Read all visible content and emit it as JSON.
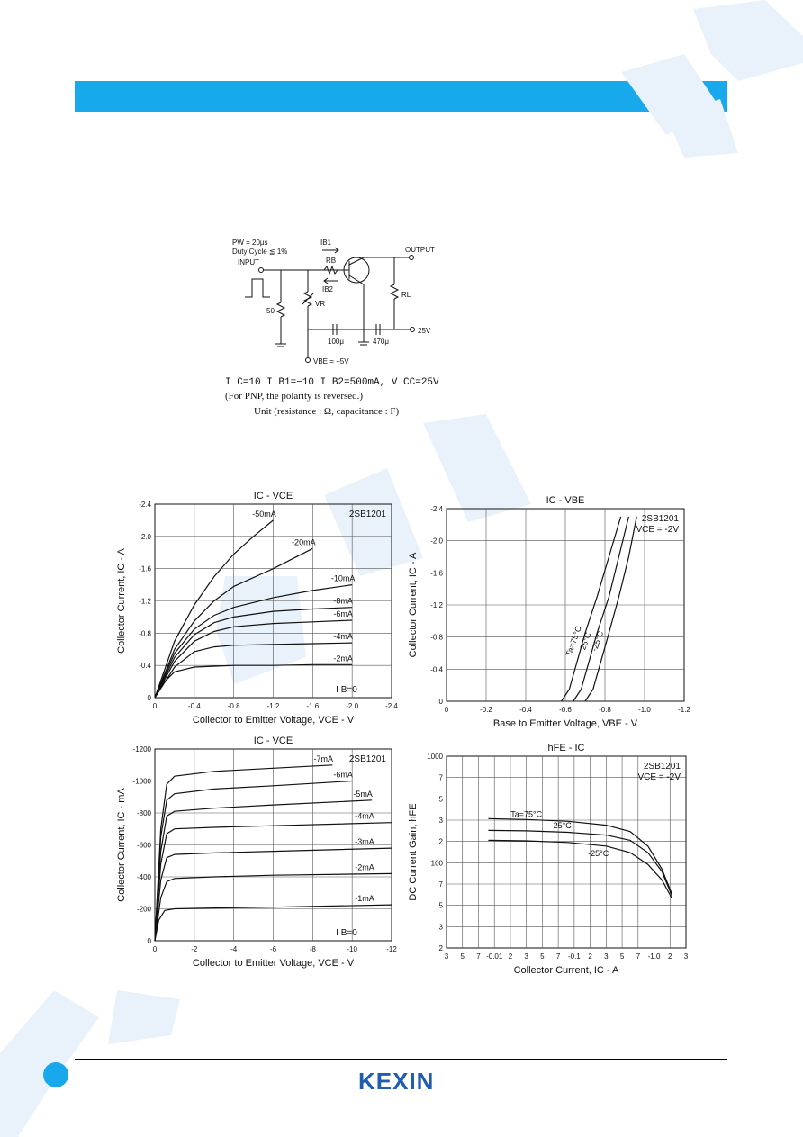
{
  "branding": {
    "logo": "KEXIN"
  },
  "circuit": {
    "pw": "PW = 20μs",
    "duty": "Duty Cycle ≦ 1%",
    "input": "INPUT",
    "output": "OUTPUT",
    "ib1": "IB1",
    "ib2": "IB2",
    "rb": "RB",
    "rl": "RL",
    "vr": "VR",
    "r50": "50",
    "c1": "100μ",
    "c2": "470μ",
    "vcc": "25V",
    "vbe": "VBE = −5V",
    "equation": "I C=10 I B1=−10 I B2=500mA, V CC=25V",
    "polarity_note": "(For PNP, the polarity is reversed.)",
    "unit_note": "Unit (resistance : Ω, capacitance : F)"
  },
  "chart_data": [
    {
      "type": "line",
      "title": "IC - VCE",
      "model": "2SB1201",
      "xlabel": "Collector to Emitter Voltage, VCE - V",
      "ylabel": "Collector Current, IC - A",
      "xlim": [
        0,
        -2.4
      ],
      "ylim": [
        0,
        -2.4
      ],
      "x_ticks": [
        "0",
        "-0.4",
        "-0.8",
        "-1.2",
        "-1.6",
        "-2.0",
        "-2.4"
      ],
      "y_ticks": [
        "0",
        "-0.4",
        "-0.8",
        "-1.2",
        "-1.6",
        "-2.0",
        "-2.4"
      ],
      "annotation": "I B=0",
      "series": [
        {
          "name": "-50mA",
          "x": [
            0,
            -0.2,
            -0.4,
            -0.6,
            -0.8,
            -1.0,
            -1.2
          ],
          "y": [
            0,
            -0.7,
            -1.15,
            -1.5,
            -1.78,
            -2.0,
            -2.2
          ]
        },
        {
          "name": "-20mA",
          "x": [
            0,
            -0.2,
            -0.4,
            -0.6,
            -0.8,
            -1.2,
            -1.6
          ],
          "y": [
            0,
            -0.6,
            -0.95,
            -1.2,
            -1.38,
            -1.6,
            -1.85
          ]
        },
        {
          "name": "-10mA",
          "x": [
            0,
            -0.2,
            -0.4,
            -0.6,
            -0.8,
            -1.2,
            -1.6,
            -2.0
          ],
          "y": [
            0,
            -0.55,
            -0.85,
            -1.02,
            -1.12,
            -1.24,
            -1.33,
            -1.4
          ]
        },
        {
          "name": "-8mA",
          "x": [
            0,
            -0.2,
            -0.4,
            -0.6,
            -0.8,
            -1.2,
            -1.6,
            -2.0
          ],
          "y": [
            0,
            -0.5,
            -0.78,
            -0.93,
            -1.0,
            -1.07,
            -1.1,
            -1.12
          ]
        },
        {
          "name": "-6mA",
          "x": [
            0,
            -0.2,
            -0.4,
            -0.6,
            -0.8,
            -1.2,
            -1.6,
            -2.0
          ],
          "y": [
            0,
            -0.45,
            -0.7,
            -0.82,
            -0.88,
            -0.92,
            -0.94,
            -0.96
          ]
        },
        {
          "name": "-4mA",
          "x": [
            0,
            -0.2,
            -0.4,
            -0.6,
            -0.8,
            -1.2,
            -1.6,
            -2.0
          ],
          "y": [
            0,
            -0.38,
            -0.57,
            -0.63,
            -0.65,
            -0.66,
            -0.67,
            -0.68
          ]
        },
        {
          "name": "-2mA",
          "x": [
            0,
            -0.1,
            -0.2,
            -0.4,
            -0.8,
            -1.2,
            -1.6,
            -2.0
          ],
          "y": [
            0,
            -0.2,
            -0.32,
            -0.38,
            -0.4,
            -0.4,
            -0.41,
            -0.41
          ]
        }
      ]
    },
    {
      "type": "line",
      "title": "IC - VBE",
      "model": "2SB1201",
      "condition": "VCE = -2V",
      "xlabel": "Base to Emitter Voltage, VBE - V",
      "ylabel": "Collector Current, IC - A",
      "xlim": [
        0,
        -1.2
      ],
      "ylim": [
        0,
        -2.4
      ],
      "x_ticks": [
        "0",
        "-0.2",
        "-0.4",
        "-0.6",
        "-0.8",
        "-1.0",
        "-1.2"
      ],
      "y_ticks": [
        "0",
        "-0.4",
        "-0.8",
        "-1.2",
        "-1.6",
        "-2.0",
        "-2.4"
      ],
      "series": [
        {
          "name": "Ta=75°C",
          "x": [
            -0.58,
            -0.62,
            -0.66,
            -0.7,
            -0.76,
            -0.82,
            -0.88
          ],
          "y": [
            0,
            -0.15,
            -0.5,
            -0.85,
            -1.3,
            -1.8,
            -2.3
          ]
        },
        {
          "name": "25°C",
          "x": [
            -0.64,
            -0.68,
            -0.72,
            -0.76,
            -0.82,
            -0.87,
            -0.92
          ],
          "y": [
            0,
            -0.15,
            -0.5,
            -0.85,
            -1.3,
            -1.8,
            -2.3
          ]
        },
        {
          "name": "-25°C",
          "x": [
            -0.7,
            -0.74,
            -0.78,
            -0.82,
            -0.87,
            -0.92,
            -0.96
          ],
          "y": [
            0,
            -0.15,
            -0.5,
            -0.85,
            -1.3,
            -1.8,
            -2.3
          ]
        }
      ]
    },
    {
      "type": "line",
      "title": "IC - VCE",
      "model": "2SB1201",
      "xlabel": "Collector to Emitter Voltage, VCE - V",
      "ylabel": "Collector Current, IC - mA",
      "xlim": [
        0,
        -12
      ],
      "ylim": [
        0,
        -1200
      ],
      "x_ticks": [
        "0",
        "-2",
        "-4",
        "-6",
        "-8",
        "-10",
        "-12"
      ],
      "y_ticks": [
        "0",
        "-200",
        "-400",
        "-600",
        "-800",
        "-1000",
        "-1200"
      ],
      "annotation": "I B=0",
      "series": [
        {
          "name": "-7mA",
          "x": [
            0,
            -0.3,
            -0.6,
            -1.0,
            -3,
            -6,
            -9
          ],
          "y": [
            0,
            -700,
            -980,
            -1030,
            -1060,
            -1080,
            -1100
          ]
        },
        {
          "name": "-6mA",
          "x": [
            0,
            -0.3,
            -0.6,
            -1.0,
            -3,
            -6,
            -10
          ],
          "y": [
            0,
            -650,
            -880,
            -920,
            -950,
            -970,
            -1000
          ]
        },
        {
          "name": "-5mA",
          "x": [
            0,
            -0.3,
            -0.6,
            -1.0,
            -3,
            -6,
            -11
          ],
          "y": [
            0,
            -560,
            -780,
            -810,
            -830,
            -850,
            -880
          ]
        },
        {
          "name": "-4mA",
          "x": [
            0,
            -0.3,
            -0.6,
            -1.0,
            -3,
            -6,
            -12
          ],
          "y": [
            0,
            -480,
            -670,
            -700,
            -710,
            -720,
            -740
          ]
        },
        {
          "name": "-3mA",
          "x": [
            0,
            -0.3,
            -0.6,
            -1.0,
            -3,
            -6,
            -13
          ],
          "y": [
            0,
            -380,
            -520,
            -540,
            -550,
            -560,
            -580
          ]
        },
        {
          "name": "-2mA",
          "x": [
            0,
            -0.3,
            -0.6,
            -1.0,
            -3,
            -6,
            -14
          ],
          "y": [
            0,
            -270,
            -370,
            -390,
            -400,
            -410,
            -420
          ]
        },
        {
          "name": "-1mA",
          "x": [
            0,
            -0.2,
            -0.5,
            -1.0,
            -3,
            -6,
            -18
          ],
          "y": [
            0,
            -130,
            -190,
            -200,
            -205,
            -210,
            -225
          ]
        }
      ]
    },
    {
      "type": "line",
      "title": "hFE - IC",
      "model": "2SB1201",
      "condition": "VCE = -2V",
      "xlabel": "Collector Current, IC - A",
      "ylabel": "DC Current Gain, hFE",
      "x_scale": "log",
      "y_scale": "log",
      "xlim": [
        0.003,
        3
      ],
      "ylim": [
        20,
        1000
      ],
      "x_ticks": [
        "3",
        "5",
        "7",
        "-0.01",
        "2",
        "3",
        "5",
        "7",
        "-0.1",
        "2",
        "3",
        "5",
        "7",
        "-1.0",
        "2",
        "3"
      ],
      "y_ticks": [
        "2",
        "3",
        "5",
        "7",
        "100",
        "2",
        "3",
        "5",
        "7",
        "1000"
      ],
      "series": [
        {
          "name": "Ta=75°C",
          "x": [
            0.01,
            0.03,
            0.1,
            0.3,
            0.6,
            1.0,
            1.5,
            2.0
          ],
          "y": [
            280,
            275,
            265,
            245,
            215,
            160,
            100,
            60
          ]
        },
        {
          "name": "25°C",
          "x": [
            0.01,
            0.03,
            0.1,
            0.3,
            0.6,
            1.0,
            1.5,
            2.0
          ],
          "y": [
            220,
            218,
            212,
            200,
            180,
            140,
            95,
            58
          ]
        },
        {
          "name": "-25°C",
          "x": [
            0.01,
            0.03,
            0.1,
            0.3,
            0.6,
            1.0,
            1.5,
            2.0
          ],
          "y": [
            180,
            178,
            172,
            160,
            140,
            110,
            80,
            55
          ]
        }
      ]
    }
  ]
}
